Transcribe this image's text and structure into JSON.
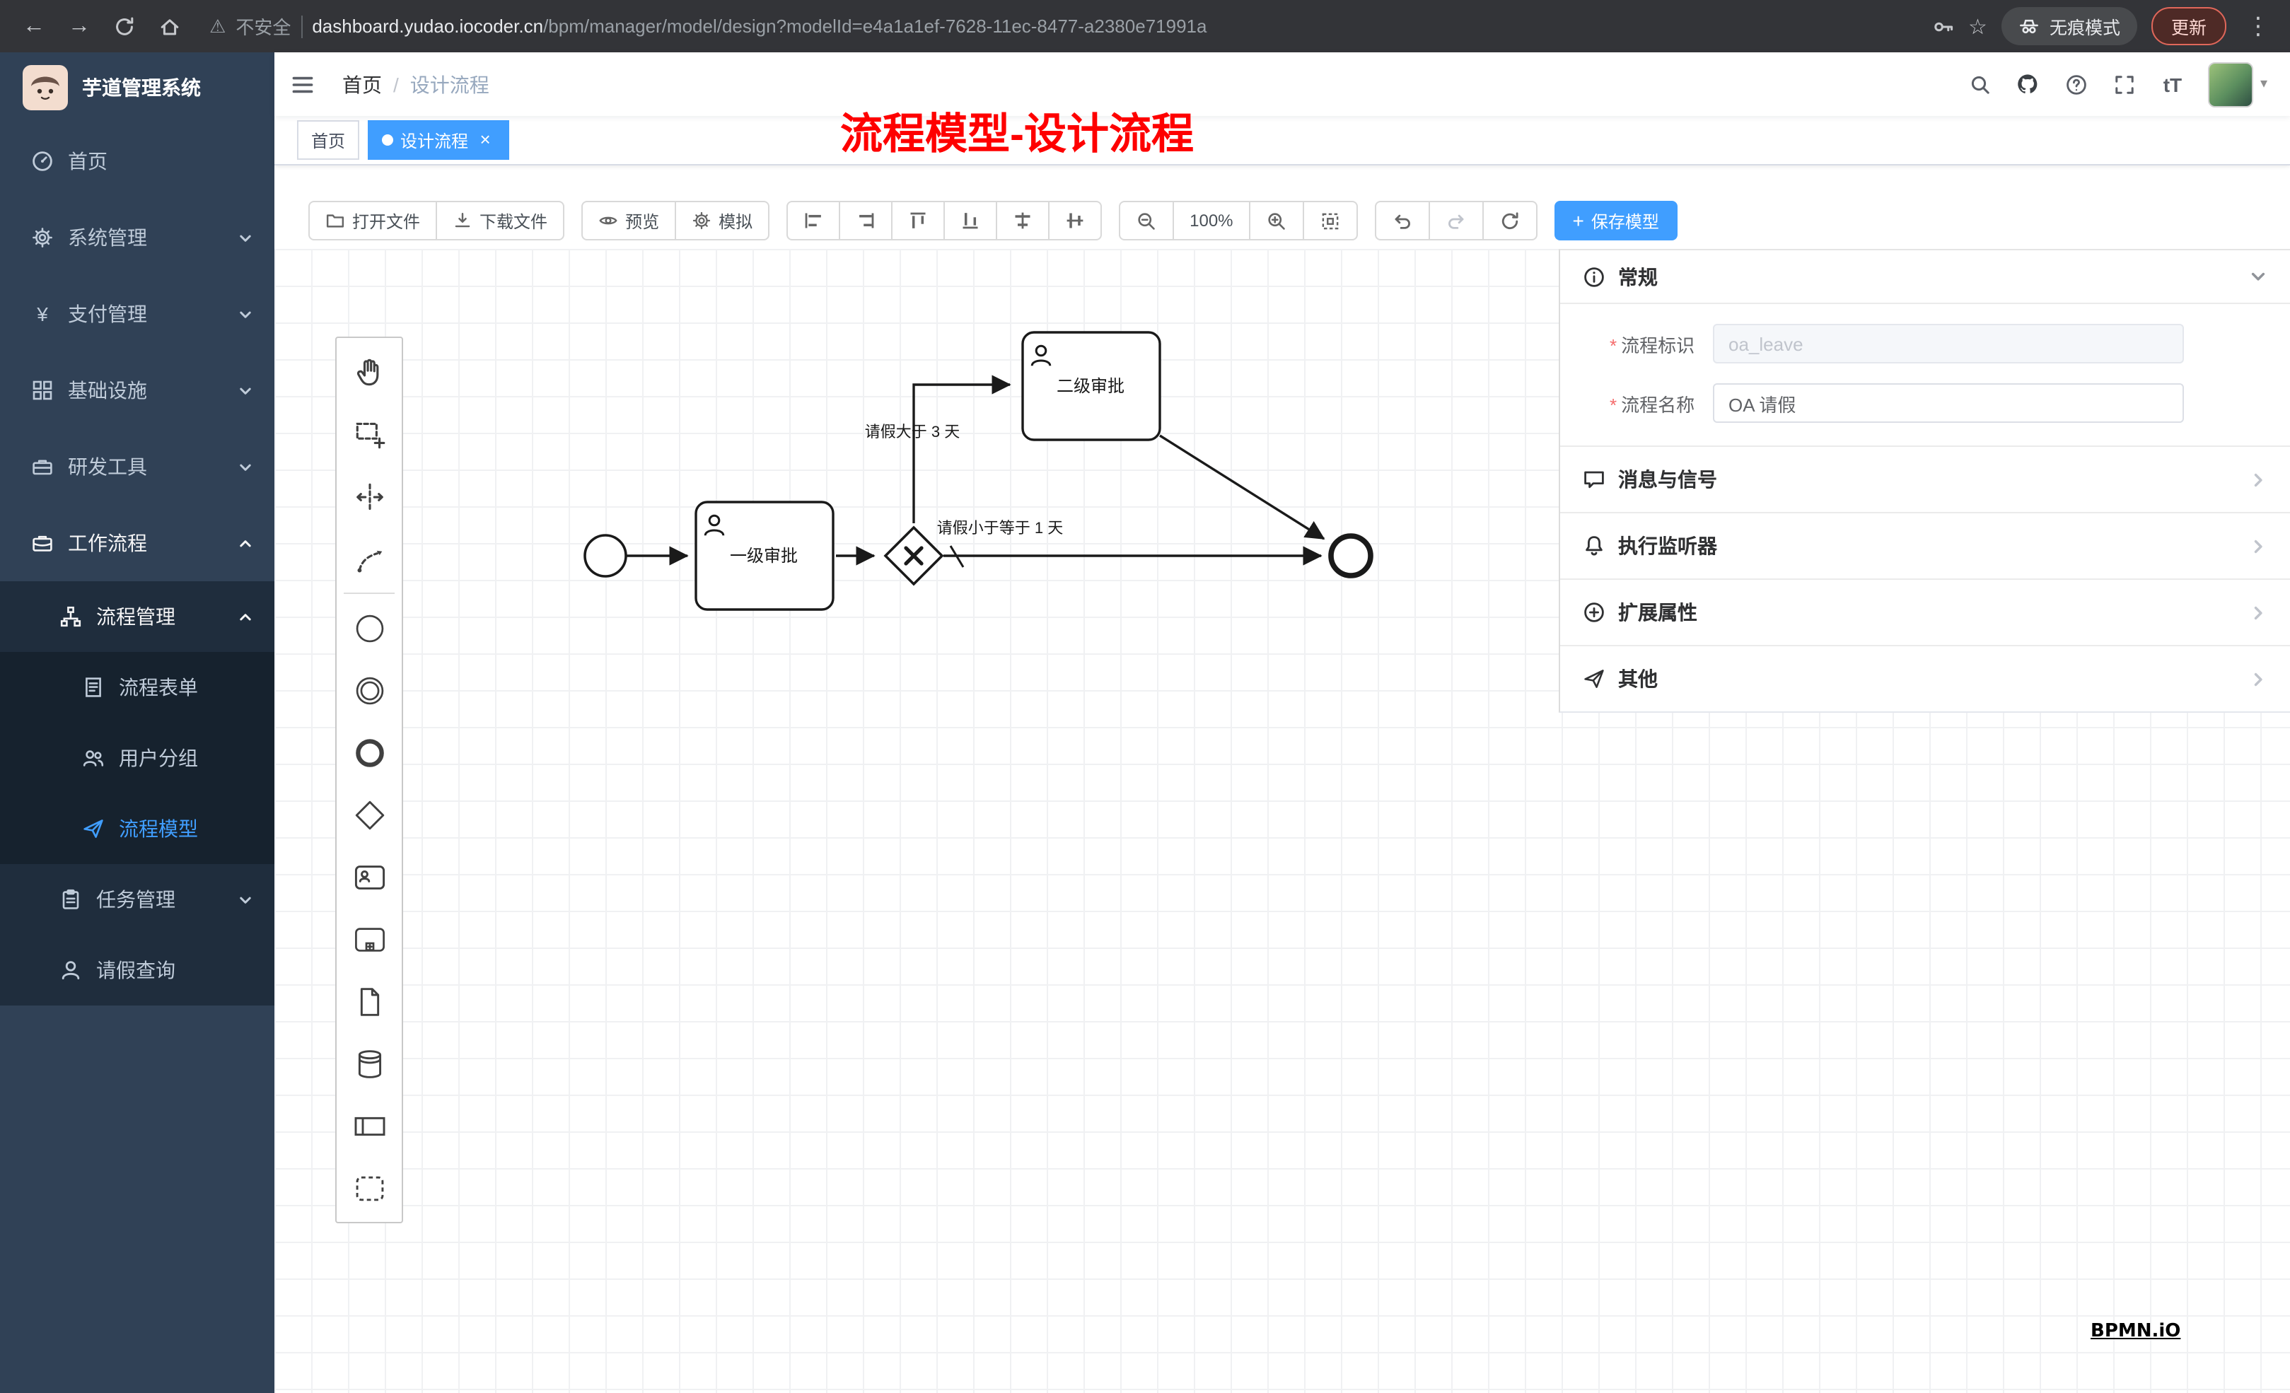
{
  "browser": {
    "security_label": "不安全",
    "url_domain": "dashboard.yudao.iocoder.cn",
    "url_path": "/bpm/manager/model/design?modelId=e4a1a1ef-7628-11ec-8477-a2380e71991a",
    "incognito_label": "无痕模式",
    "update_label": "更新"
  },
  "icons": {
    "back": "←",
    "forward": "→",
    "star": "☆",
    "kebab": "⋮",
    "warning": "⚠",
    "caret_down": "▾",
    "close": "×",
    "plus": "+",
    "yen": "¥",
    "text_size": "tT"
  },
  "sidebar": {
    "logo_title": "芋道管理系统",
    "items": [
      {
        "label": "首页"
      },
      {
        "label": "系统管理"
      },
      {
        "label": "支付管理"
      },
      {
        "label": "基础设施"
      },
      {
        "label": "研发工具"
      },
      {
        "label": "工作流程"
      },
      {
        "label": "流程管理"
      },
      {
        "label": "流程表单"
      },
      {
        "label": "用户分组"
      },
      {
        "label": "流程模型"
      },
      {
        "label": "任务管理"
      },
      {
        "label": "请假查询"
      }
    ]
  },
  "navbar": {
    "breadcrumb_home": "首页",
    "separator": "/",
    "breadcrumb_current": "设计流程"
  },
  "tags": {
    "home": "首页",
    "active": "设计流程"
  },
  "annotation": "流程模型-设计流程",
  "toolbar": {
    "open": "打开文件",
    "download": "下载文件",
    "preview": "预览",
    "simulate": "模拟",
    "zoom_level": "100%",
    "save": "保存模型"
  },
  "diagram": {
    "task_first": "一级审批",
    "task_second": "二级审批",
    "flow_condition_gt": "请假大于 3 天",
    "flow_condition_le": "请假小于等于 1 天"
  },
  "properties": {
    "required_mark": "*",
    "general_title": "常规",
    "field_process_key_label": "流程标识",
    "field_process_key_value": "oa_leave",
    "field_process_name_label": "流程名称",
    "field_process_name_value": "OA 请假",
    "section_message_signal": "消息与信号",
    "section_execution_listener": "执行监听器",
    "section_extended_attrs": "扩展属性",
    "section_other": "其他"
  },
  "watermark": "BPMN.iO"
}
